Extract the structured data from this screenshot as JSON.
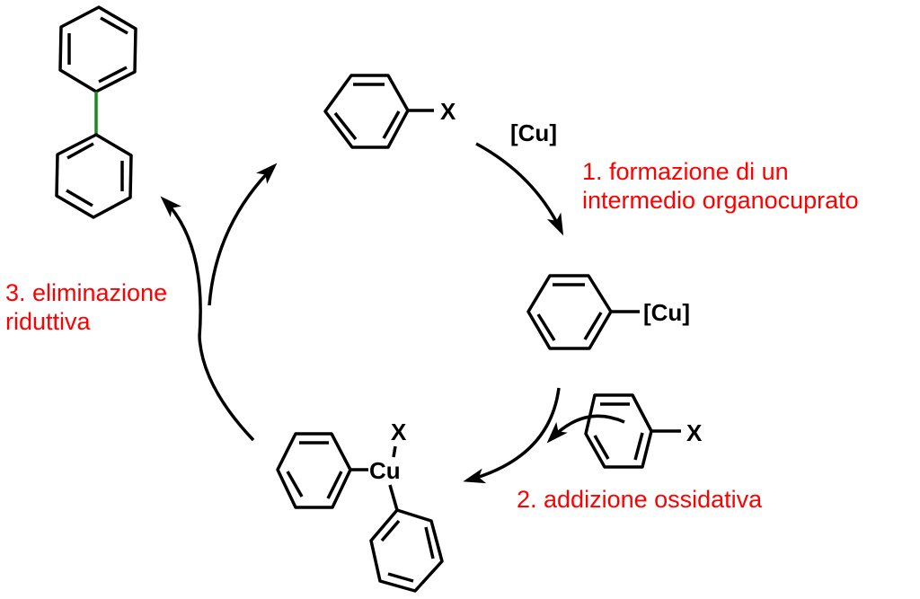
{
  "title": "Ciclo catalitico della reazione di Ullmann",
  "colors": {
    "step_label": "#ff0000",
    "new_bond": "#1a8a1a",
    "structure": "#000000"
  },
  "atoms": {
    "halide": "X",
    "copper_reagent": "[Cu]",
    "copper": "Cu"
  },
  "steps": [
    {
      "line1": "1. formazione di un",
      "line2": "intermedio organocuprato"
    },
    {
      "line1": "2. addizione ossidativa"
    },
    {
      "line1": "3. eliminazione",
      "line2": "riduttiva"
    }
  ]
}
